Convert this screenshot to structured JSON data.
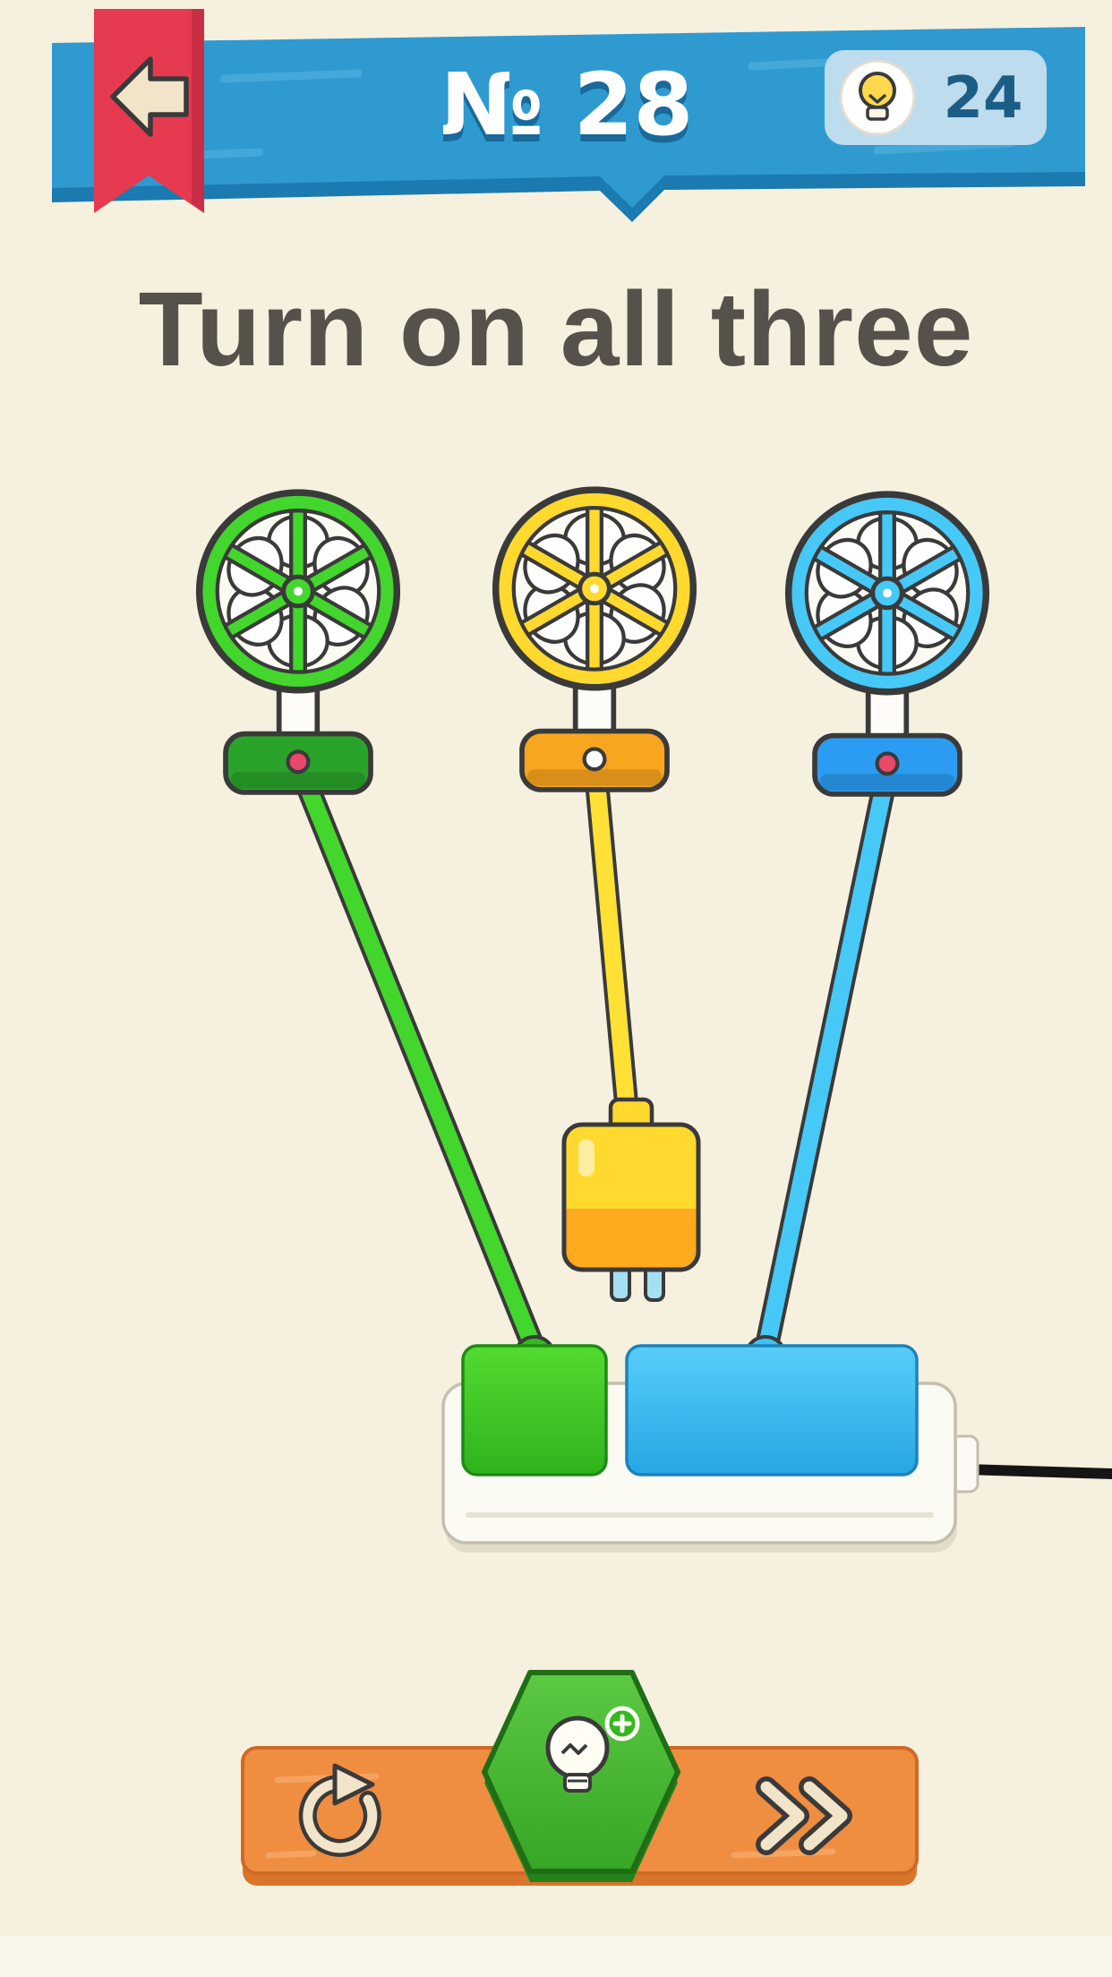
{
  "header": {
    "level_label": "№ 28",
    "hint_count": "24",
    "colors": {
      "bar": "#2f9ad0",
      "bar_shadow": "#1b7ab0",
      "ribbon_red": "#e63a50",
      "badge_bg": "#bddcee",
      "count_text": "#1c5d86"
    }
  },
  "title": {
    "text": "Turn on all three",
    "color": "#57514b"
  },
  "puzzle": {
    "fans": [
      {
        "id": "fan-green",
        "color": "#43d62c",
        "base_color": "#2aa32a",
        "button_color": "#e8486a",
        "cord_state": "plugged-into-strip"
      },
      {
        "id": "fan-yellow",
        "color": "#ffd92e",
        "base_color": "#f8a61f",
        "button_color": "#ffffff",
        "cord_state": "unplugged"
      },
      {
        "id": "fan-blue",
        "color": "#46c9f6",
        "base_color": "#2b9cf2",
        "button_color": "#e8486a",
        "cord_state": "plugged-into-strip"
      }
    ],
    "plug": {
      "id": "yellow-plug",
      "color": "#ffd92e",
      "state": "unplugged"
    },
    "power_strip": {
      "body_color": "#fbfaf3",
      "sockets": [
        {
          "id": "green-socket",
          "color": "#3fc12a"
        },
        {
          "id": "blue-socket",
          "color": "#3fbdf0"
        }
      ]
    }
  },
  "toolbar": {
    "bar_color": "#ef8d41",
    "buttons": [
      {
        "id": "restart-button",
        "icon": "restart-icon"
      },
      {
        "id": "hint-button",
        "icon": "lightbulb-plus-icon",
        "color": "#45b52e"
      },
      {
        "id": "skip-button",
        "icon": "double-chevron-right-icon"
      }
    ]
  },
  "background_color": "#f6f0df"
}
